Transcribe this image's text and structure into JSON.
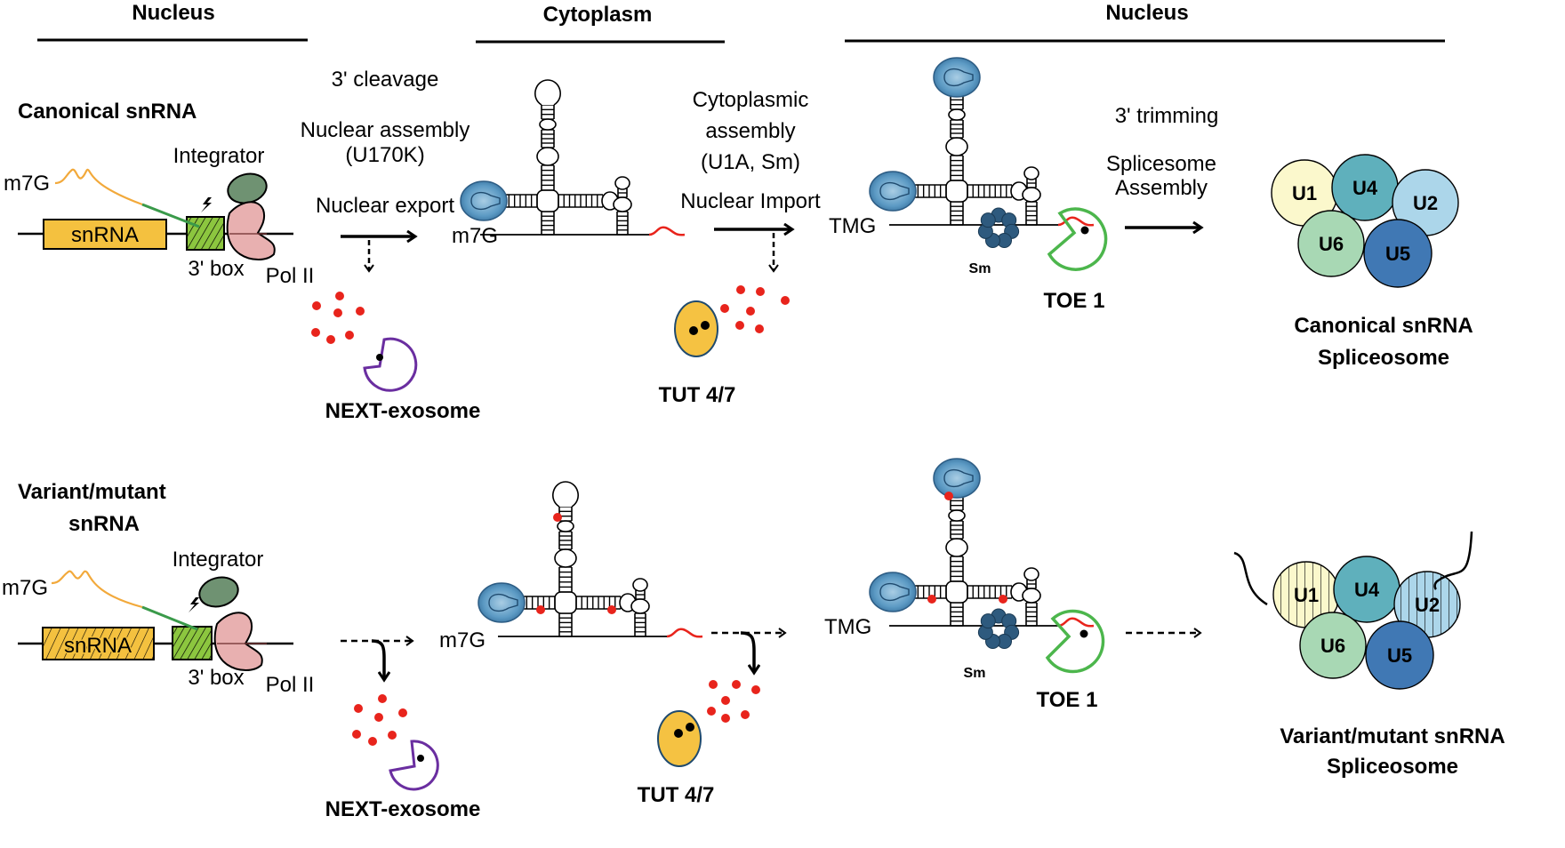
{
  "compartments": [
    {
      "label": "Nucleus"
    },
    {
      "label": "Cytoplasm"
    },
    {
      "label": "Nucleus"
    }
  ],
  "rows": [
    {
      "title": "Canonical snRNA",
      "gene_label": "snRNA",
      "cap": "m7G",
      "integrator": "Integrator",
      "box3": "3' box",
      "polii": "Pol II",
      "step1": [
        "3' cleavage",
        "Nuclear assembly",
        "(U170K)",
        "Nuclear export"
      ],
      "cap2": "m7G",
      "step2": [
        "Cytoplasmic",
        "assembly",
        "(U1A, Sm)",
        "Nuclear Import"
      ],
      "cap3": "TMG",
      "sm": "Sm",
      "toe": "TOE 1",
      "step3": [
        "3' trimming",
        "Splicesome",
        "Assembly"
      ],
      "exosome": "NEXT-exosome",
      "tut": "TUT 4/7",
      "spliceosome_title": [
        "Canonical snRNA",
        "Spliceosome"
      ],
      "mutant": false
    },
    {
      "title": "Variant/mutant",
      "title2": "snRNA",
      "gene_label": "snRNA",
      "cap": "m7G",
      "integrator": "Integrator",
      "box3": "3' box",
      "polii": "Pol II",
      "cap2": "m7G",
      "cap3": "TMG",
      "sm": "Sm",
      "toe": "TOE 1",
      "exosome": "NEXT-exosome",
      "tut": "TUT 4/7",
      "spliceosome_title": [
        "Variant/mutant snRNA",
        "Spliceosome"
      ],
      "mutant": true
    }
  ],
  "snrnps": [
    {
      "label": "U1",
      "color": "#fbf8cc"
    },
    {
      "label": "U4",
      "color": "#5fb0bc"
    },
    {
      "label": "U2",
      "color": "#acd6ea"
    },
    {
      "label": "U6",
      "color": "#a8d8b4"
    },
    {
      "label": "U5",
      "color": "#4078b4"
    }
  ],
  "colors": {
    "gene": "#f4c13f",
    "box3": "#8cc63f",
    "integrator": "#6f9272",
    "polii": "#e8b0b0",
    "u1a": "#3a7dab",
    "sm": "#2e5a7e",
    "tail": "#e8241c",
    "exosome": "#6a2ea0",
    "toe": "#4cb64c",
    "tut": "#f5c242",
    "transcript": "#f2a93b",
    "transcript_green": "#3a9a4a"
  }
}
